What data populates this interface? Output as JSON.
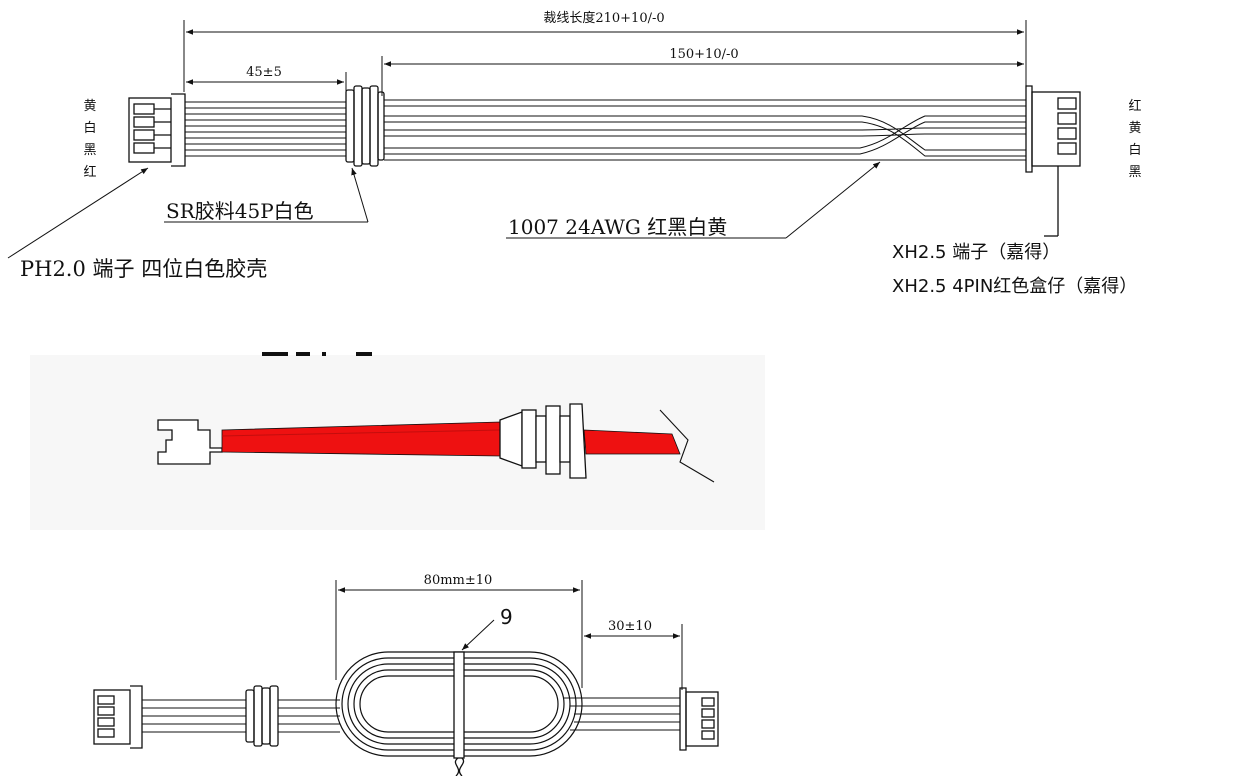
{
  "top_drawing": {
    "overall_length": "裁线长度210+10/-0",
    "strip_length": "45±5",
    "cable_length": "150+10/-0",
    "left_colors": [
      "黄",
      "白",
      "黑",
      "红"
    ],
    "right_colors": [
      "红",
      "黄",
      "白",
      "黑"
    ],
    "sr_label": "SR胶料45P白色",
    "wire_label": "1007  24AWG 红黑白黄",
    "ph_label": "PH2.0 端子 四位白色胶壳",
    "xh_terminal": "XH2.5  端子（嘉得）",
    "xh_housing": "XH2.5  4PIN红色盒仔（嘉得）"
  },
  "bottom_drawing": {
    "coil_length": "80mm±10",
    "tail_length": "30±10",
    "tie_label": "9"
  },
  "colors": {
    "line": "#111111",
    "wire_red": "#ee1111",
    "wire_red_shade": "#c40d0d",
    "photo_bg": "#f7f7f7"
  }
}
